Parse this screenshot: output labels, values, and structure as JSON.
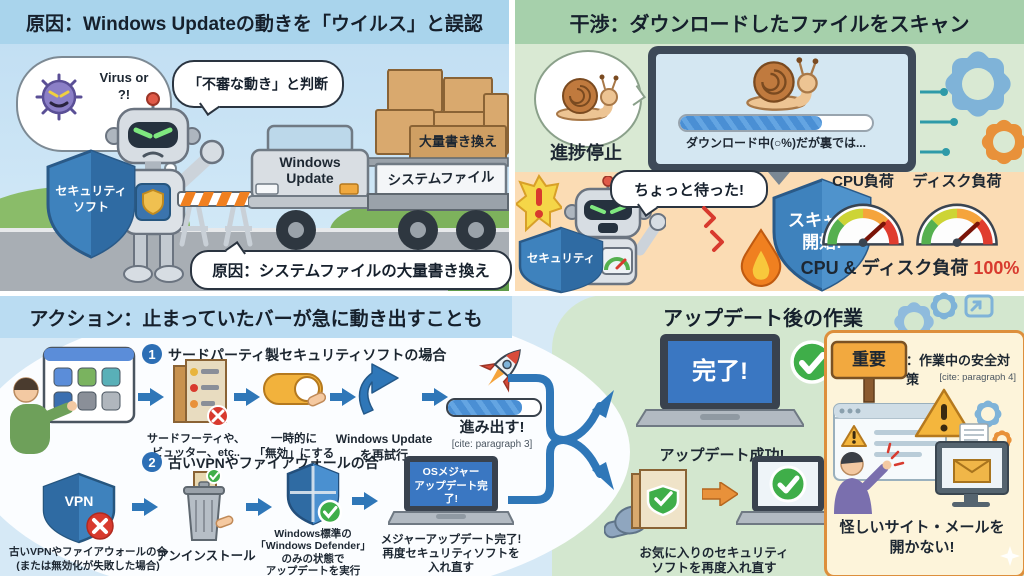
{
  "q1": {
    "header": "原因：Windows Updateの動きを「ウイルス」と誤認",
    "thought": "Virus or ?!",
    "speech": "「不審な動き」と判断",
    "shield": "セキュリティ\nソフト",
    "truck_cab": "Windows Update",
    "box_label": "大量書き換え",
    "bed_label": "システムファイル",
    "caption": "原因：システムファイルの大量書き換え"
  },
  "q2": {
    "header": "干渉：ダウンロードしたファイルをスキャン",
    "snail_caption": "進捗停止",
    "monitor_text": "ダウンロード中(○%)だが裏では...",
    "speech": "ちょっと待った!",
    "shield": "セキュリティ",
    "scan_shield": "スキャン\n開始!",
    "gauge_cpu": "CPU負荷",
    "gauge_disk": "ディスク負荷",
    "load_prefix": "CPU & ディスク負荷 ",
    "load_value": "100%"
  },
  "q3": {
    "header": "アクション：止まっていたバーが急に動き出すことも",
    "row1": {
      "num": "1",
      "title": "サードパーティ製セキュリティソフトの場合",
      "box_caption": "サードフーティや、\nビュッター、etc..",
      "toggle_caption": "一時的に\n「無効」にする",
      "retry_caption": "Windows Update\nを再試行",
      "bar_caption": "進み出す!",
      "cite": "[cite: paragraph 3]"
    },
    "row2": {
      "num": "2",
      "title": "古いVPNやファイアウォールの合",
      "vpn": "VPN",
      "vpn_caption": "古いVPNやファイアウォールの合\n(または無効化が失敗した場合)",
      "trash_caption": "アンインストール",
      "defender_caption": "Windows標準の\n「Windows Defender」\nのみの状態で\nアップデートを実行",
      "laptop_screen": "OSメジャー\nアップデート完了!",
      "laptop_caption": "メジャーアップデート完了!\n再度セキュリティソフトを\n入れ直す"
    }
  },
  "q4": {
    "header": "アップデート後の作業",
    "laptop_screen": "完了!",
    "success": "アップデート成功!",
    "reinstall": "お気に入りのセキュリティ\nソフトを再度入れ直す",
    "panel": {
      "sign": "重要",
      "title": "：作業中の安全対策",
      "cite": "[cite: paragraph 4]",
      "caption": "怪しいサイト・メールを\n開かない!"
    }
  },
  "colors": {
    "accent_blue": "#2f77b8",
    "alert_red": "#d83a2e",
    "ok_green": "#3fae49",
    "warn_orange": "#e8913a"
  }
}
